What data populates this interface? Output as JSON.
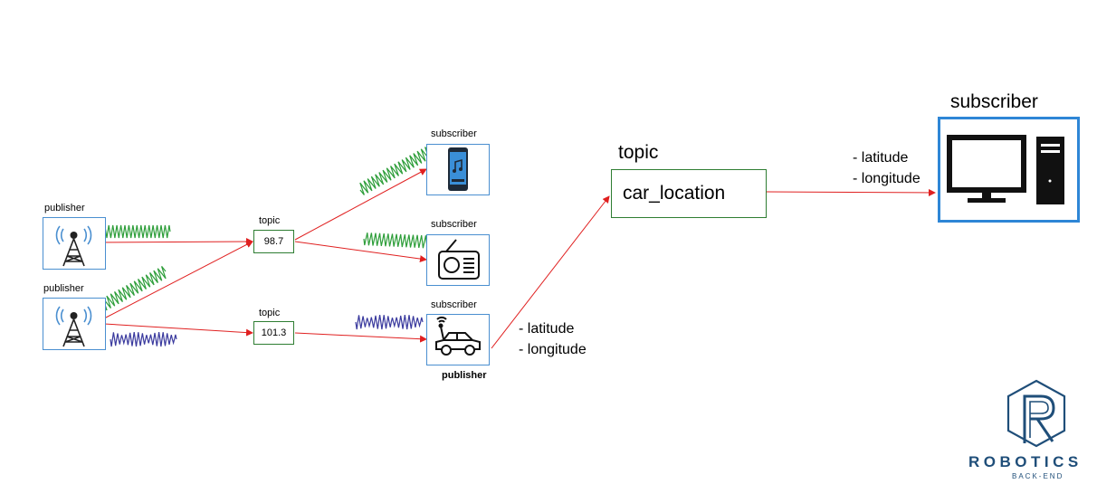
{
  "publishers": [
    {
      "label": "publisher",
      "icon": "radio-tower-icon"
    },
    {
      "label": "publisher",
      "icon": "radio-tower-icon"
    }
  ],
  "topics_small": [
    {
      "label": "topic",
      "value": "98.7"
    },
    {
      "label": "topic",
      "value": "101.3"
    }
  ],
  "subscribers_small": [
    {
      "label": "subscriber",
      "icon": "smartphone-music-icon"
    },
    {
      "label": "subscriber",
      "icon": "radio-receiver-icon"
    },
    {
      "label": "subscriber",
      "sub_label": "publisher",
      "icon": "car-icon"
    }
  ],
  "car_message": {
    "line1": "- latitude",
    "line2": "- longitude"
  },
  "topic_large": {
    "label": "topic",
    "value": "car_location"
  },
  "subscriber_large": {
    "label": "subscriber",
    "line1": "- latitude",
    "line2": "- longitude",
    "icon": "desktop-computer-icon"
  },
  "logo": {
    "word": "ROBOTICS",
    "sub": "BACK-END"
  },
  "colors": {
    "arrow": "#e02020",
    "wave_fm": "#2e9e3a",
    "wave_am": "#3a3a9e",
    "node_border": "#4a8fd0",
    "topic_border": "#2e7d32",
    "logo": "#1f4e79"
  }
}
